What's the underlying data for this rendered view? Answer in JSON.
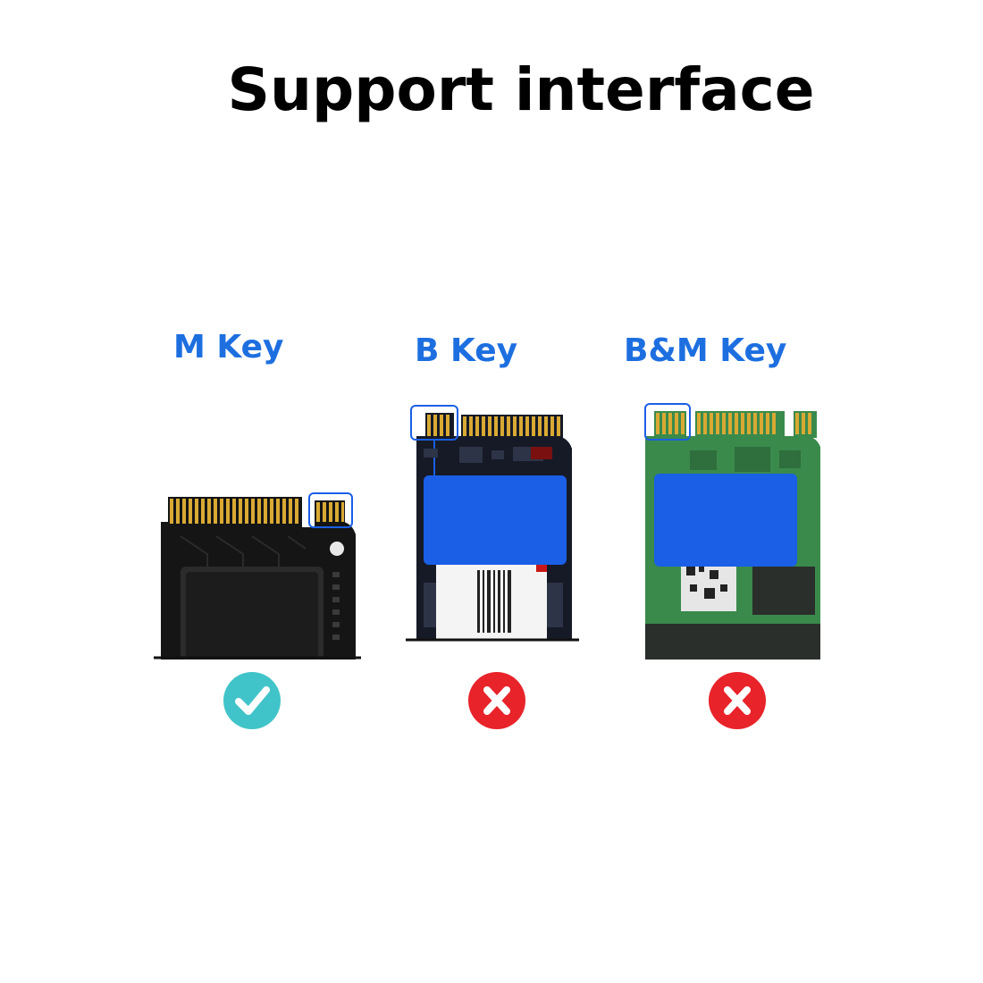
{
  "title": "Support interface",
  "cards": [
    {
      "label": "M Key",
      "status": "supported",
      "status_icon": "check-icon",
      "color": "#41c4c9"
    },
    {
      "label": "B Key",
      "status": "unsupported",
      "status_icon": "cross-icon",
      "color": "#e8232a"
    },
    {
      "label": "B&M Key",
      "status": "unsupported",
      "status_icon": "cross-icon",
      "color": "#e8232a"
    }
  ],
  "colors": {
    "label_blue": "#1d6fe0",
    "highlight_blue": "#1a5fe6",
    "gold": "#d9a933",
    "pcb_black": "#151515",
    "pcb_green": "#3a8a4c"
  }
}
